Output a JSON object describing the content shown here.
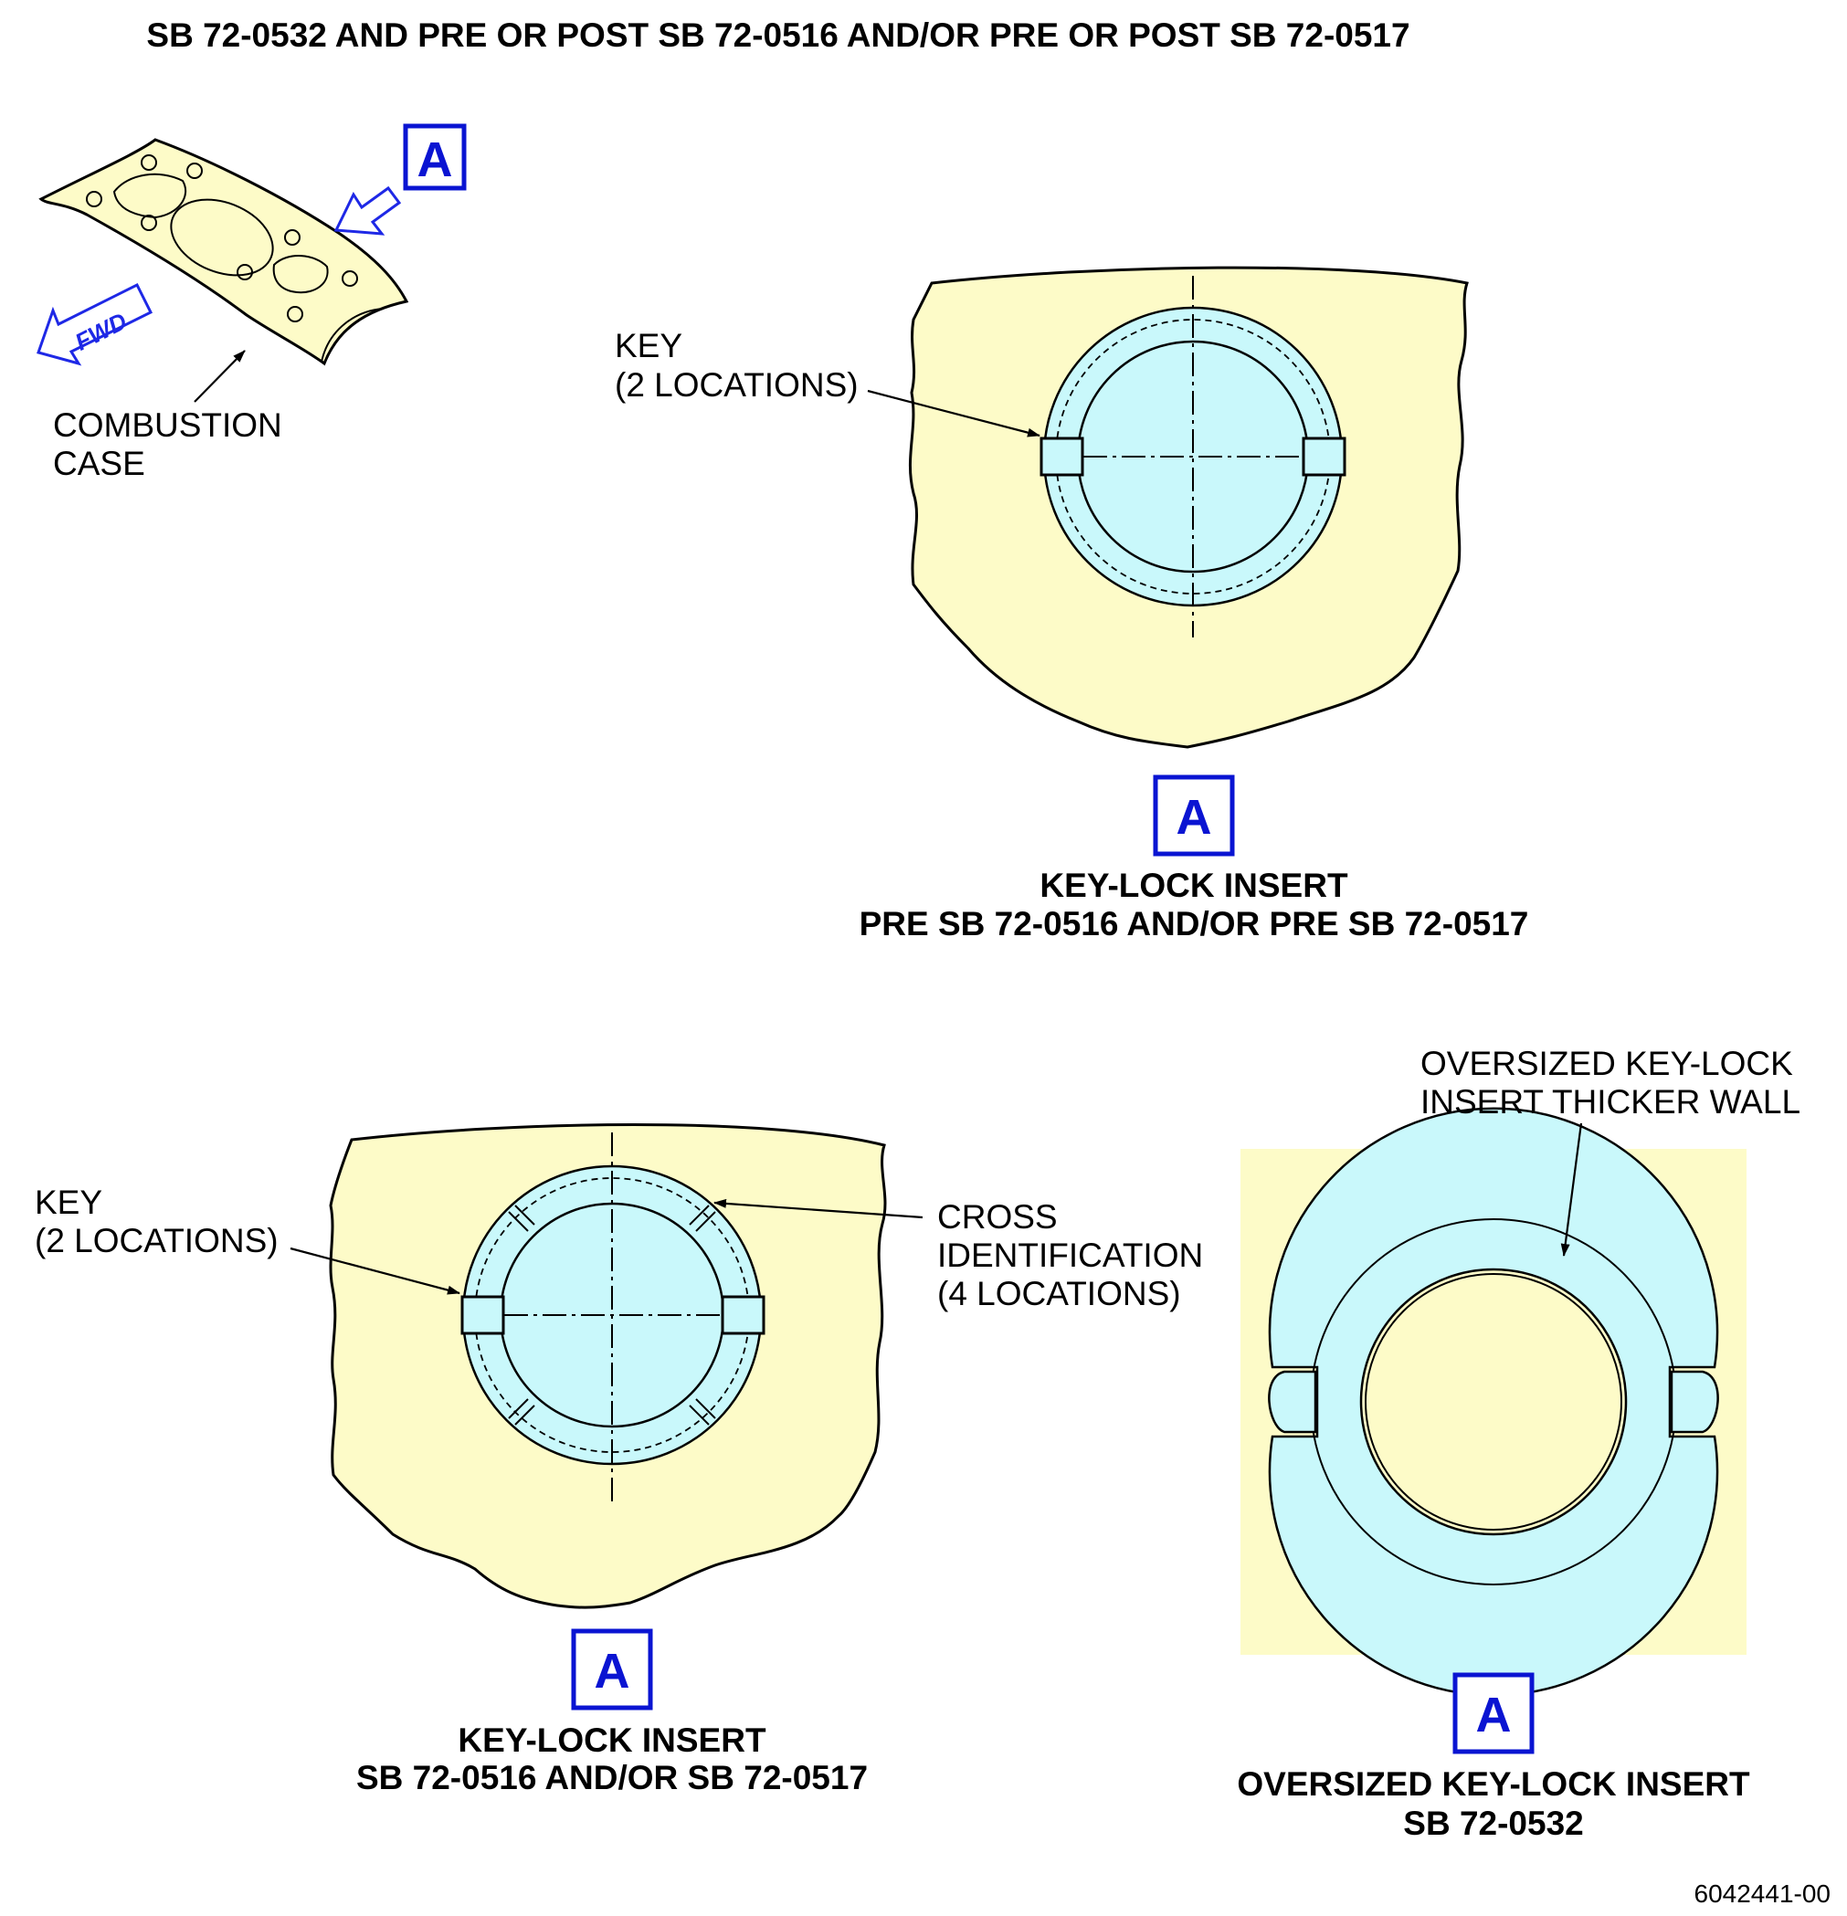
{
  "header": {
    "title": "SB 72-0532 AND PRE OR POST SB 72-0516 AND/OR PRE OR POST SB 72-0517"
  },
  "locator": {
    "view_marker": "A",
    "fwd_label": "FWD",
    "case_label_line1": "COMBUSTION",
    "case_label_line2": "CASE"
  },
  "view_pre": {
    "view_marker": "A",
    "key_label_line1": "KEY",
    "key_label_line2": "(2 LOCATIONS)",
    "caption_line1": "KEY-LOCK INSERT",
    "caption_line2": "PRE SB 72-0516 AND/OR PRE SB 72-0517"
  },
  "view_post": {
    "view_marker": "A",
    "key_label_line1": "KEY",
    "key_label_line2": "(2 LOCATIONS)",
    "cross_label_line1": "CROSS",
    "cross_label_line2": "IDENTIFICATION",
    "cross_label_line3": "(4 LOCATIONS)",
    "caption_line1": "KEY-LOCK INSERT",
    "caption_line2": "SB 72-0516 AND/OR SB 72-0517"
  },
  "view_oversized": {
    "view_marker": "A",
    "wall_label_line1": "OVERSIZED KEY-LOCK",
    "wall_label_line2": "INSERT THICKER WALL",
    "caption_line1": "OVERSIZED KEY-LOCK INSERT",
    "caption_line2": "SB 72-0532"
  },
  "figure_number": "6042441-00",
  "colors": {
    "case_fill": "#fdfbc8",
    "insert_fill": "#c9f8fb",
    "view_marker_blue": "#0a14d2"
  }
}
